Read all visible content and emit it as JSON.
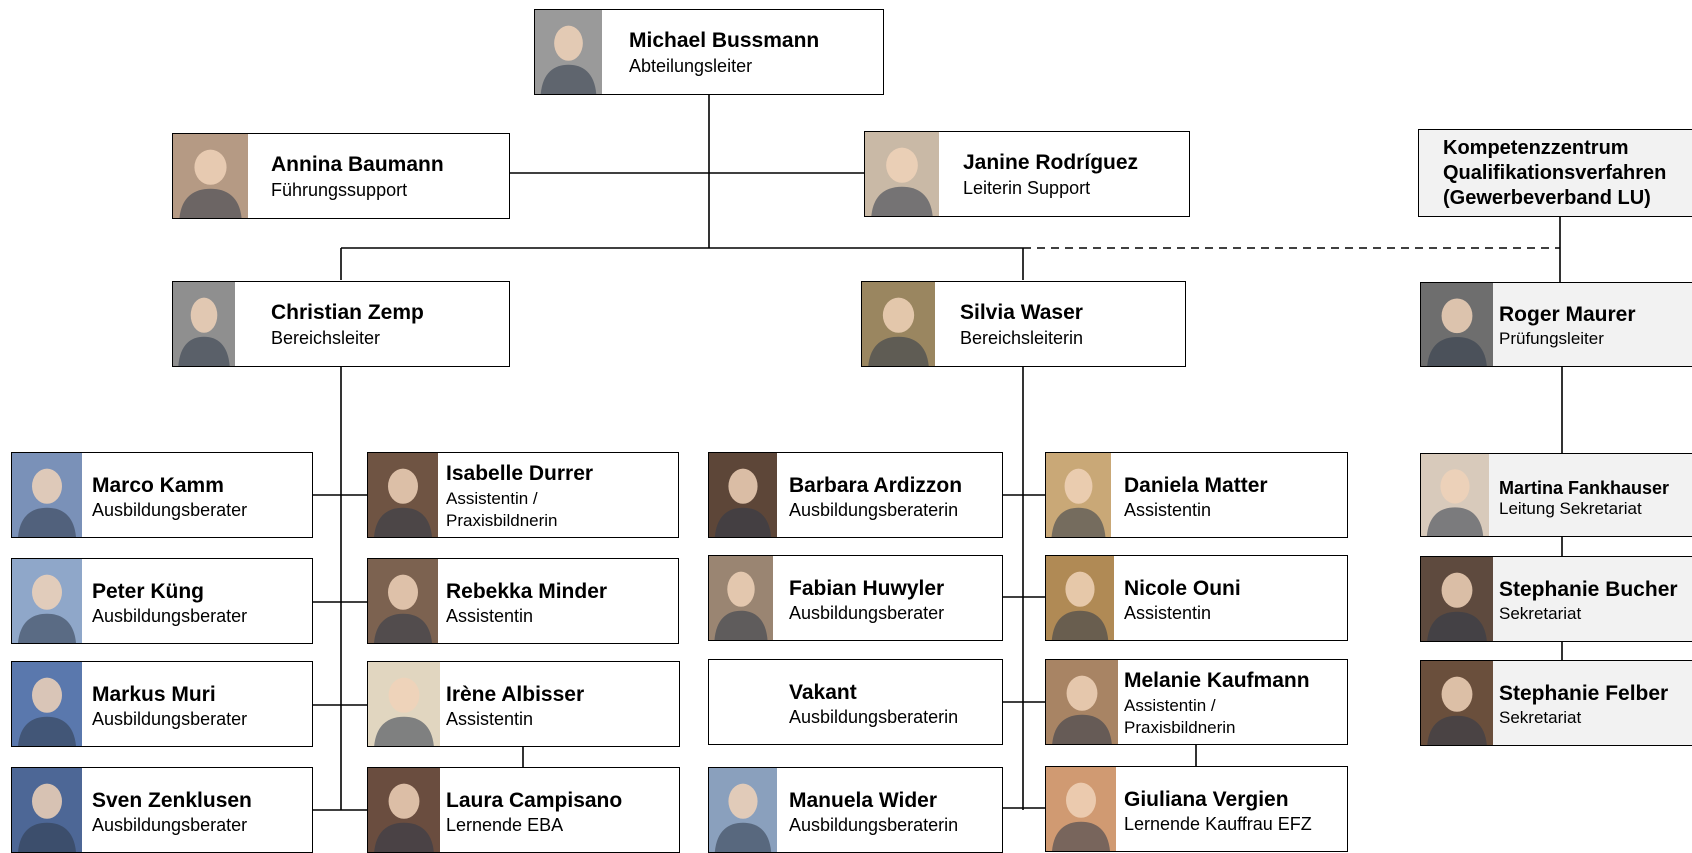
{
  "top": {
    "name": "Michael Bussmann",
    "role": "Abteilungsleiter"
  },
  "stab_left": {
    "name": "Annina Baumann",
    "role": "Führungssupport"
  },
  "stab_right": {
    "name": "Janine Rodríguez",
    "role": "Leiterin Support"
  },
  "kompetenzzentrum": [
    "Kompetenzzentrum",
    "Qualifikationsverfahren",
    "(Gewerbeverband LU)"
  ],
  "area_left_head": {
    "name": "Christian Zemp",
    "role": "Bereichsleiter"
  },
  "area_mid_head": {
    "name": "Silvia Waser",
    "role": "Bereichsleiterin"
  },
  "area_right_head": {
    "name": "Roger Maurer",
    "role": "Prüfungsleiter"
  },
  "left_col_a": [
    {
      "name": "Marco Kamm",
      "role": "Ausbildungsberater"
    },
    {
      "name": "Peter Küng",
      "role": "Ausbildungsberater"
    },
    {
      "name": "Markus Muri",
      "role": "Ausbildungsberater"
    },
    {
      "name": "Sven Zenklusen",
      "role": "Ausbildungsberater"
    }
  ],
  "left_col_b": [
    {
      "name": "Isabelle Durrer",
      "role": "Assistentin /",
      "role2": "Praxisbildnerin"
    },
    {
      "name": "Rebekka Minder",
      "role": "Assistentin"
    },
    {
      "name": "Irène Albisser",
      "role": "Assistentin"
    },
    {
      "name": "Laura Campisano",
      "role": "Lernende EBA"
    }
  ],
  "mid_col_a": [
    {
      "name": "Barbara Ardizzon",
      "role": "Ausbildungsberaterin"
    },
    {
      "name": "Fabian Huwyler",
      "role": "Ausbildungsberater"
    },
    {
      "name": "Vakant",
      "role": "Ausbildungsberaterin"
    },
    {
      "name": "Manuela Wider",
      "role": "Ausbildungsberaterin"
    }
  ],
  "mid_col_b": [
    {
      "name": "Daniela Matter",
      "role": "Assistentin"
    },
    {
      "name": "Nicole Ouni",
      "role": "Assistentin"
    },
    {
      "name": "Melanie Kaufmann",
      "role": "Assistentin /",
      "role2": "Praxisbildnerin"
    },
    {
      "name": "Giuliana Vergien",
      "role": "Lernende Kauffrau EFZ"
    }
  ],
  "right_col": [
    {
      "name": "Martina Fankhauser",
      "role": "Leitung Sekretariat"
    },
    {
      "name": "Stephanie Bucher",
      "role": "Sekretariat"
    },
    {
      "name": "Stephanie Felber",
      "role": "Sekretariat"
    }
  ],
  "colors": {
    "line": "#000000",
    "box_border": "#000000",
    "grey_fill": "#f2f2f2"
  }
}
